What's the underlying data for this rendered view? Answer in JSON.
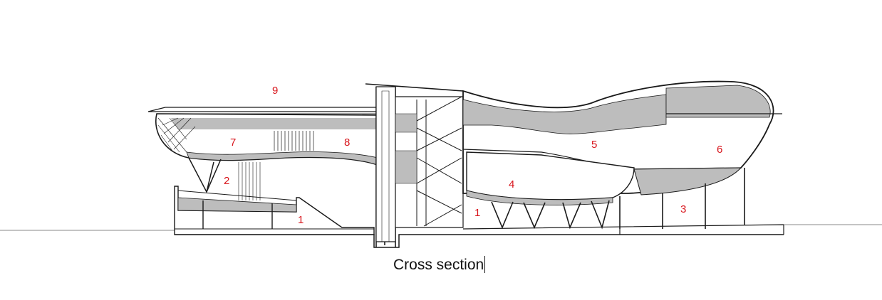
{
  "caption": "Cross section",
  "labels": {
    "l9": "9",
    "l7": "7",
    "l8": "8",
    "l2": "2",
    "l1a": "1",
    "l1b": "1",
    "l5": "5",
    "l4": "4",
    "l6": "6",
    "l3": "3"
  },
  "colors": {
    "ink": "#1a1a1a",
    "label": "#d8141b",
    "fill": "#bdbdbd",
    "ground": "#8a8a8a"
  }
}
